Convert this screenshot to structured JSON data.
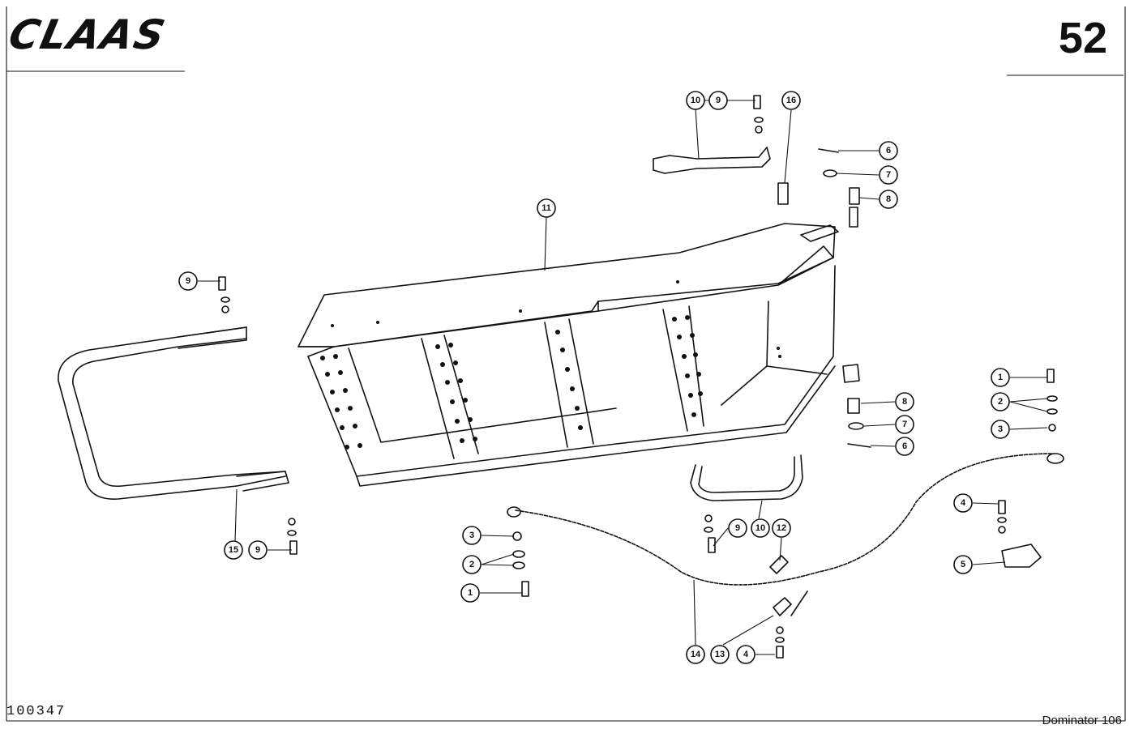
{
  "header": {
    "brand": "CLAAS",
    "page_number": "52"
  },
  "footer": {
    "drawing_number": "100347",
    "model": "Dominator 106"
  },
  "callouts": [
    {
      "label": "10"
    },
    {
      "label": "9"
    },
    {
      "label": "16"
    },
    {
      "label": "6"
    },
    {
      "label": "7"
    },
    {
      "label": "8"
    },
    {
      "label": "11"
    },
    {
      "label": "9"
    },
    {
      "label": "1"
    },
    {
      "label": "2"
    },
    {
      "label": "3"
    },
    {
      "label": "8"
    },
    {
      "label": "7"
    },
    {
      "label": "6"
    },
    {
      "label": "4"
    },
    {
      "label": "5"
    },
    {
      "label": "3"
    },
    {
      "label": "2"
    },
    {
      "label": "1"
    },
    {
      "label": "9"
    },
    {
      "label": "10"
    },
    {
      "label": "12"
    },
    {
      "label": "15"
    },
    {
      "label": "9"
    },
    {
      "label": "14"
    },
    {
      "label": "13"
    },
    {
      "label": "4"
    }
  ]
}
